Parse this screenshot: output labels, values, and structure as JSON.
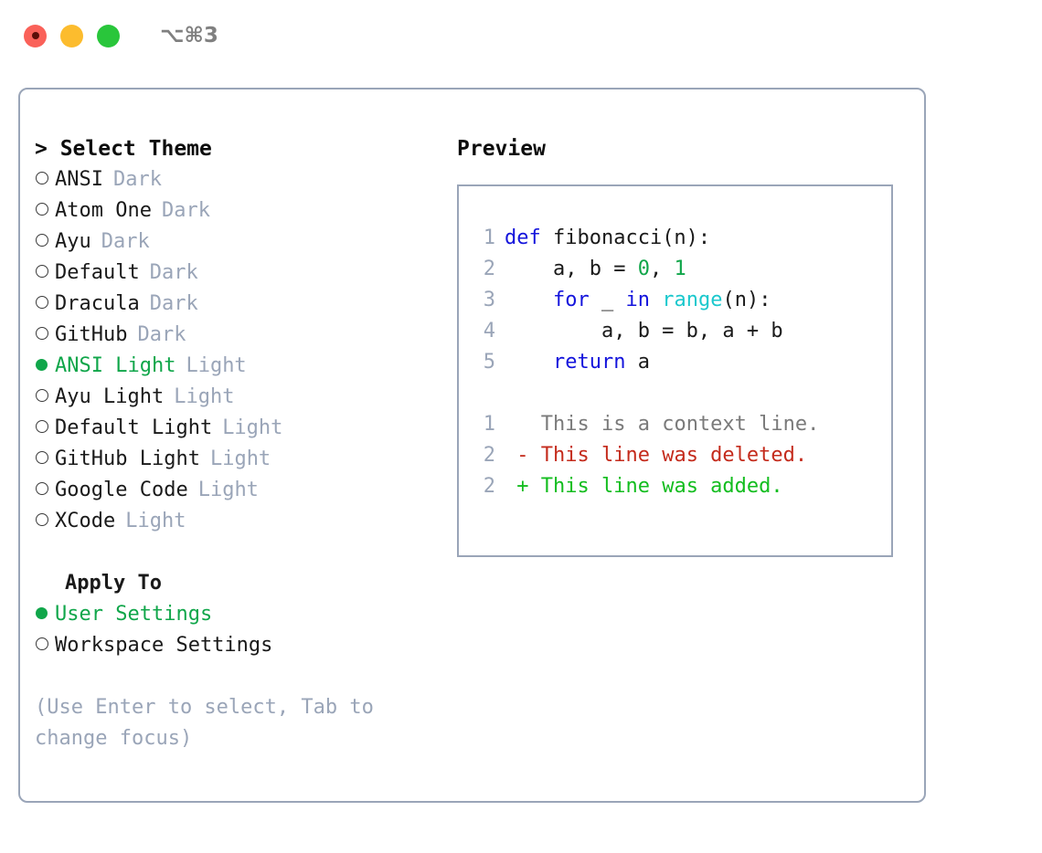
{
  "titlebar": {
    "shortcut": "⌥⌘3",
    "lights": [
      {
        "name": "close",
        "color": "#fa6159"
      },
      {
        "name": "minimize",
        "color": "#fcbc2e"
      },
      {
        "name": "maximize",
        "color": "#29c63b"
      }
    ]
  },
  "left": {
    "header": "> Select Theme",
    "themes": [
      {
        "marker": "o",
        "selected": false,
        "name": "ANSI",
        "variant": "Dark"
      },
      {
        "marker": "o",
        "selected": false,
        "name": "Atom One",
        "variant": "Dark"
      },
      {
        "marker": "o",
        "selected": false,
        "name": "Ayu",
        "variant": "Dark"
      },
      {
        "marker": "o",
        "selected": false,
        "name": "Default",
        "variant": "Dark"
      },
      {
        "marker": "o",
        "selected": false,
        "name": "Dracula",
        "variant": "Dark"
      },
      {
        "marker": "o",
        "selected": false,
        "name": "GitHub",
        "variant": "Dark"
      },
      {
        "marker": "●",
        "selected": true,
        "name": "ANSI Light",
        "variant": "Light"
      },
      {
        "marker": "o",
        "selected": false,
        "name": "Ayu Light",
        "variant": "Light"
      },
      {
        "marker": "o",
        "selected": false,
        "name": "Default Light",
        "variant": "Light"
      },
      {
        "marker": "o",
        "selected": false,
        "name": "GitHub Light",
        "variant": "Light"
      },
      {
        "marker": "o",
        "selected": false,
        "name": "Google Code",
        "variant": "Light"
      },
      {
        "marker": "o",
        "selected": false,
        "name": "XCode",
        "variant": "Light"
      }
    ],
    "apply_to_label": "Apply To",
    "apply_to": [
      {
        "marker": "●",
        "selected": true,
        "name": "User Settings"
      },
      {
        "marker": "o",
        "selected": false,
        "name": "Workspace Settings"
      }
    ],
    "hint": "(Use Enter to select, Tab to change focus)"
  },
  "right": {
    "preview_title": "Preview",
    "code_lines": [
      {
        "n": "1",
        "tokens": [
          {
            "t": "def ",
            "c": "kw"
          },
          {
            "t": "fibonacci(n):",
            "c": "plain"
          }
        ]
      },
      {
        "n": "2",
        "tokens": [
          {
            "t": "    a, b = ",
            "c": "plain"
          },
          {
            "t": "0",
            "c": "num"
          },
          {
            "t": ", ",
            "c": "plain"
          },
          {
            "t": "1",
            "c": "num"
          }
        ]
      },
      {
        "n": "3",
        "tokens": [
          {
            "t": "    ",
            "c": "plain"
          },
          {
            "t": "for",
            "c": "kw"
          },
          {
            "t": " _ ",
            "c": "plain"
          },
          {
            "t": "in",
            "c": "kw"
          },
          {
            "t": " ",
            "c": "plain"
          },
          {
            "t": "range",
            "c": "fn"
          },
          {
            "t": "(n):",
            "c": "plain"
          }
        ]
      },
      {
        "n": "4",
        "tokens": [
          {
            "t": "        a, b = b, a + b",
            "c": "plain"
          }
        ]
      },
      {
        "n": "5",
        "tokens": [
          {
            "t": "    ",
            "c": "plain"
          },
          {
            "t": "return",
            "c": "kw"
          },
          {
            "t": " a",
            "c": "plain"
          }
        ]
      }
    ],
    "diff_lines": [
      {
        "n": "1",
        "sign": "  ",
        "text": "This is a context line.",
        "c": "ctx"
      },
      {
        "n": "2",
        "sign": "- ",
        "text": "This line was deleted.",
        "c": "del"
      },
      {
        "n": "2",
        "sign": "+ ",
        "text": "This line was added.",
        "c": "add"
      }
    ]
  },
  "colors": {
    "accent_green": "#10a64a",
    "border": "#9aa5b8",
    "muted": "#9aa5b8",
    "keyword": "#1414dc",
    "function": "#1bc8cd",
    "number": "#10a64a",
    "diff_add": "#13bd1f",
    "diff_del": "#c42b1c",
    "diff_ctx": "#7a7a7a"
  }
}
